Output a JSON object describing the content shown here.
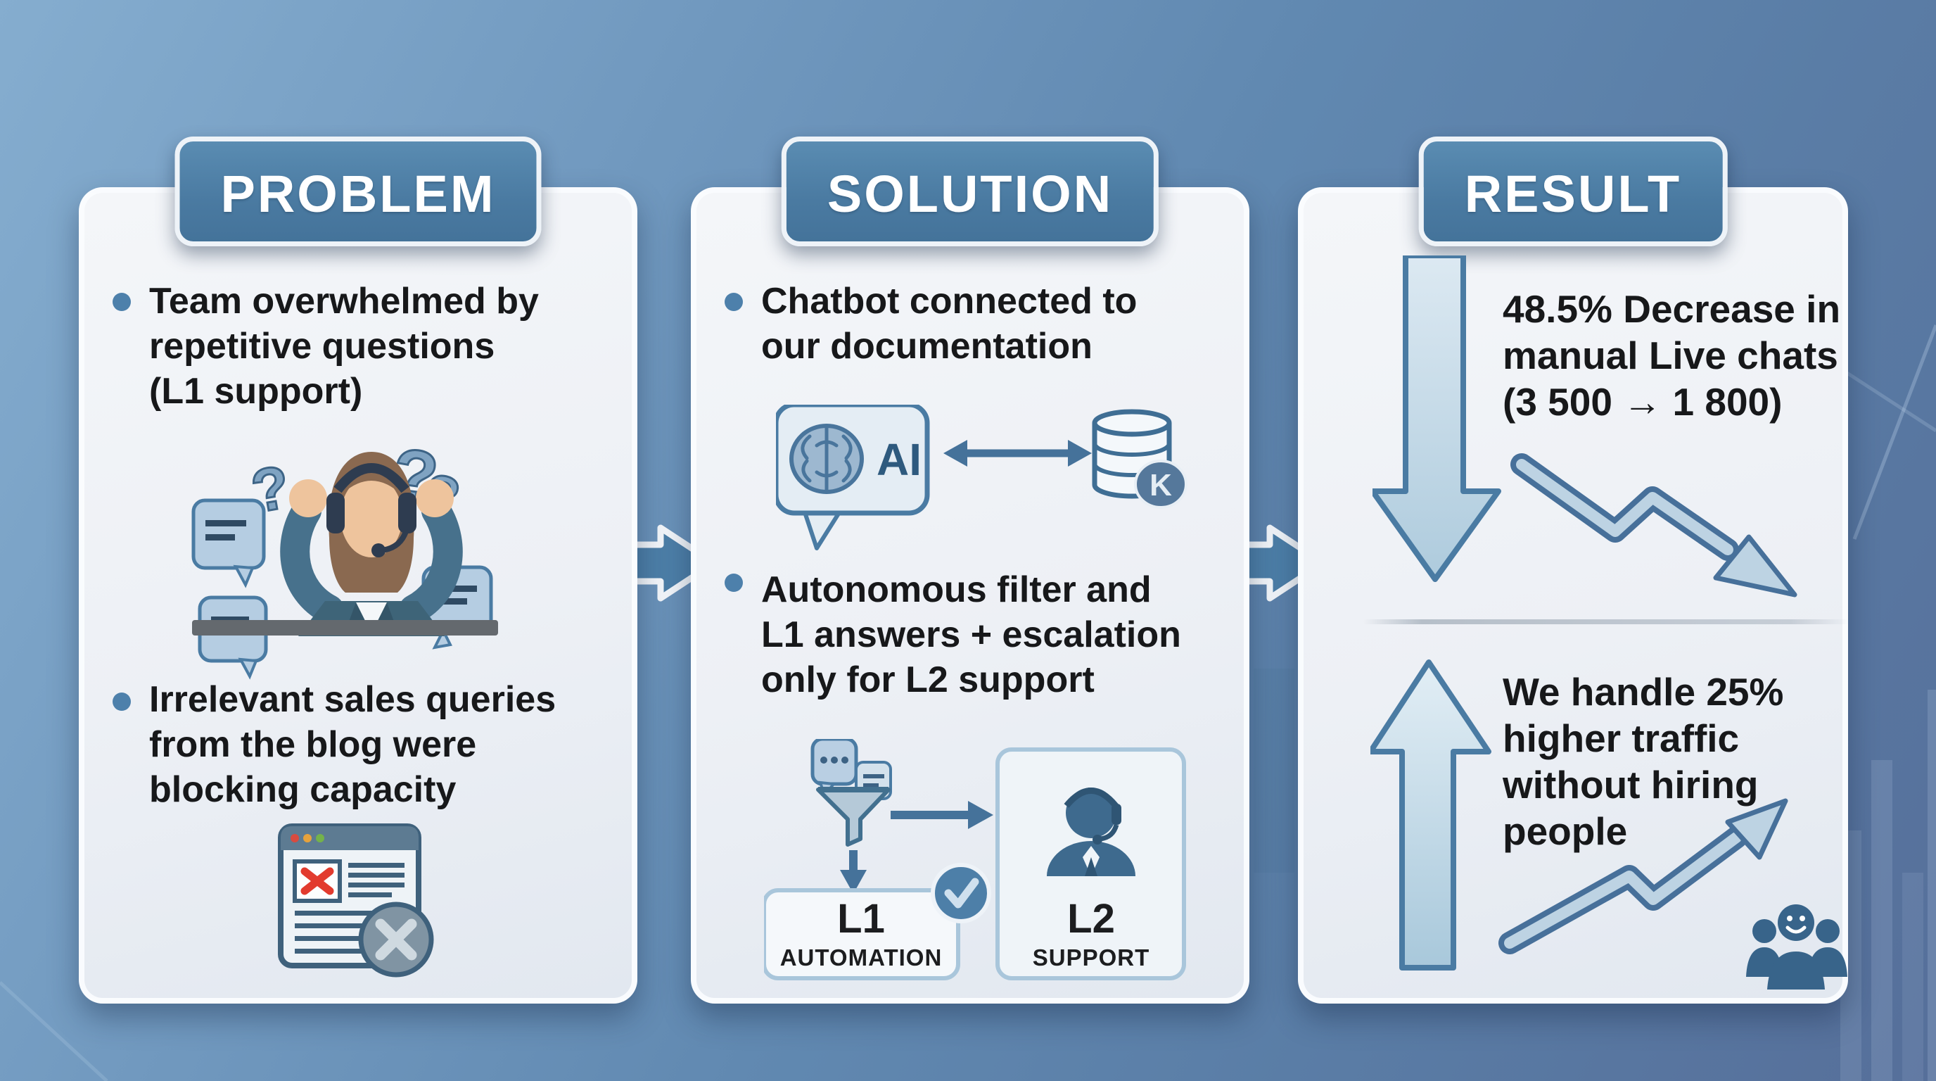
{
  "panels": {
    "problem": {
      "badge": "PROBLEM",
      "bullet1": {
        "lines": [
          "Team overwhelmed by",
          "repetitive questions",
          "(L1 support)"
        ]
      },
      "bullet2": {
        "lines": [
          "Irrelevant sales queries",
          "from the blog were",
          "blocking capacity"
        ]
      }
    },
    "solution": {
      "badge": "SOLUTION",
      "bullet1": {
        "lines": [
          "Chatbot connected to",
          "our documentation"
        ]
      },
      "bullet2": {
        "lines": [
          "Autonomous filter and",
          "L1 answers + escalation",
          "only for L2 support"
        ]
      },
      "ai_bubble_label": "AI",
      "knowledge_base_label": "K",
      "l1_box": {
        "title": "L1",
        "subtitle": "AUTOMATION"
      },
      "l2_box": {
        "title": "L2",
        "subtitle": "SUPPORT"
      }
    },
    "result": {
      "badge": "RESULT",
      "stat_down": {
        "lines": [
          "48.5% Decrease in",
          "manual Live chats",
          "(3 500 → 1 800)"
        ]
      },
      "stat_up": {
        "lines": [
          "We handle 25%",
          "higher traffic",
          "without hiring",
          "people"
        ]
      }
    }
  },
  "colors": {
    "accent_blue": "#4d7fa8",
    "badge_blue": "#4f82a9",
    "panel_bg": "#eef1f6",
    "text_dark": "#17181a",
    "light_arrow_fill": "#c9dcea",
    "arrow_outline": "#477099",
    "error_red": "#e23b2e",
    "traffic_red": "#d84b40",
    "traffic_yellow": "#e6a23c",
    "traffic_green": "#74b24a",
    "people_blue": "#38648a",
    "desk_gray": "#64696e"
  }
}
